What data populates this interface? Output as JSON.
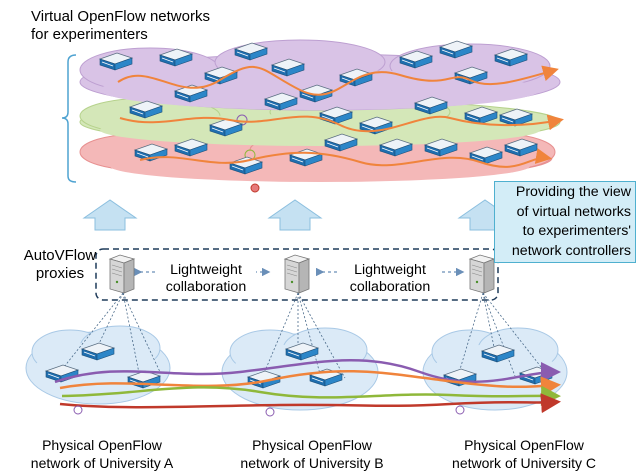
{
  "title_virtual": [
    "Virtual OpenFlow networks",
    "for experimenters"
  ],
  "label_proxies": [
    "AutoVFlow",
    "proxies"
  ],
  "callout": [
    "Providing the view",
    "of virtual networks",
    "to experimenters'",
    "network controllers"
  ],
  "collaboration": [
    [
      "Lightweight",
      "collaboration"
    ],
    [
      "Lightweight",
      "collaboration"
    ]
  ],
  "physical_networks": [
    [
      "Physical OpenFlow",
      "network of University A"
    ],
    [
      "Physical OpenFlow",
      "network of University B"
    ],
    [
      "Physical OpenFlow",
      "network of University C"
    ]
  ],
  "colors": {
    "purple_cloud": "#d9c3e6",
    "green_cloud": "#d4e7b8",
    "red_cloud": "#f4b8b8",
    "blue_cloud": "#dbeaf7",
    "arrow_blue": "#c5e1f2",
    "path_orange": "#f0843c",
    "path_purple": "#8a5cb0",
    "path_green": "#8fb83a",
    "path_red": "#c0392b",
    "callout_fill": "#d3edf7",
    "callout_border": "#4fb0cf"
  }
}
